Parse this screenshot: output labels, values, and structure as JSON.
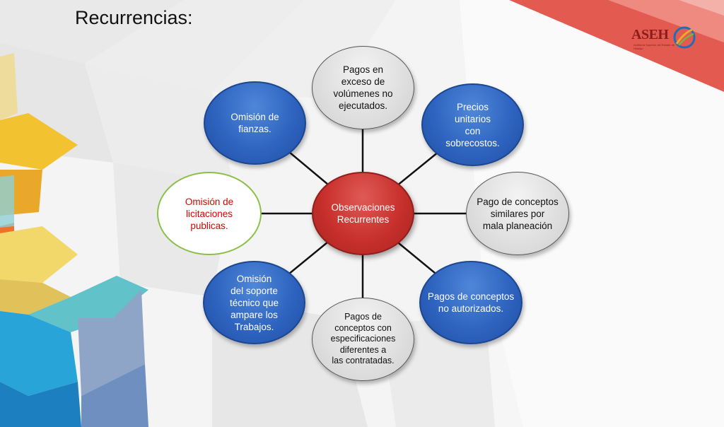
{
  "title": "Recurrencias:",
  "logo": {
    "name": "ASEH",
    "subtitle": "Auditoría Superior del Estado de Hidalgo"
  },
  "diagram": {
    "center": "Observaciones\nRecurrentes",
    "nodes": [
      {
        "id": "pagos-exceso",
        "label": "Pagos en\nexceso de\nvolúmenes no\nejecutados."
      },
      {
        "id": "precios-unitarios",
        "label": "Precios\nunitarios\ncon\nsobrecostos."
      },
      {
        "id": "pago-conceptos-similares",
        "label": "Pago de conceptos\nsimilares por\nmala planeación"
      },
      {
        "id": "pagos-no-autorizados",
        "label": "Pagos  de conceptos\nno autorizados."
      },
      {
        "id": "pagos-especificaciones",
        "label": "Pagos de\nconceptos con\nespecificaciones\ndiferentes a\nlas contratadas."
      },
      {
        "id": "omision-soporte",
        "label": "Omisión\ndel soporte\ntécnico que\nampare los\nTrabajos."
      },
      {
        "id": "omision-licitaciones",
        "label": "Omisión de\nlicitaciones\npublicas."
      },
      {
        "id": "omision-fianzas",
        "label": "Omisión de\nfianzas."
      }
    ]
  },
  "colors": {
    "blue": "#2e64c0",
    "red": "#c8302c",
    "gray": "#dedede",
    "green_outline": "#8cc04a",
    "highlight_text": "#e00000"
  }
}
